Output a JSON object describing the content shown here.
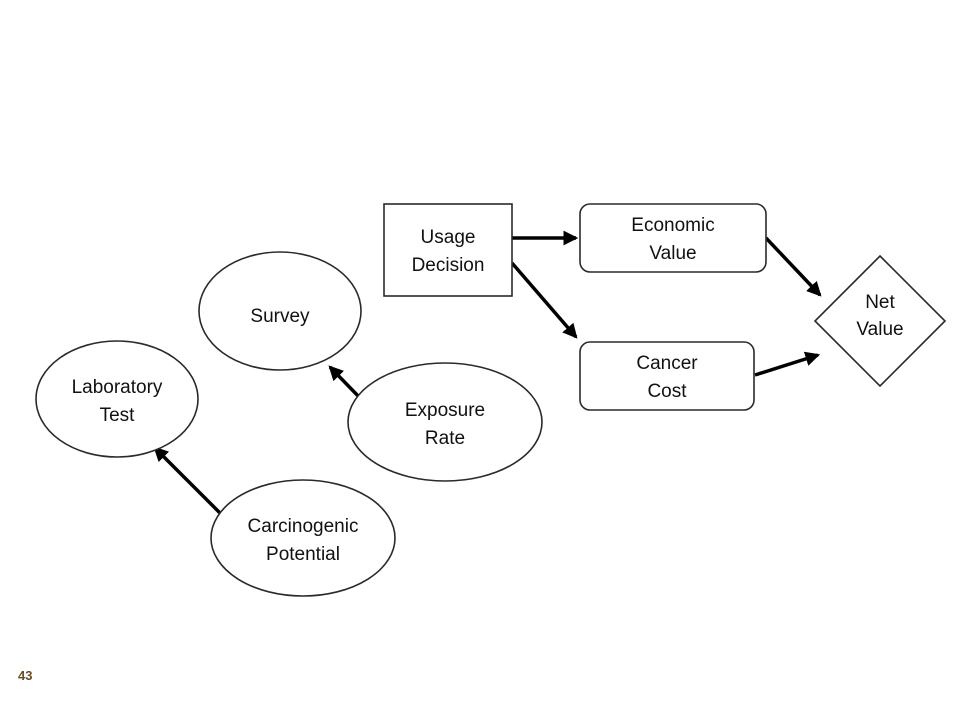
{
  "diagram": {
    "nodes": {
      "usage_decision": {
        "lines": [
          "Usage",
          "Decision"
        ],
        "shape": "rectangle"
      },
      "economic_value": {
        "lines": [
          "Economic",
          "Value"
        ],
        "shape": "rounded-rectangle"
      },
      "cancer_cost": {
        "lines": [
          "Cancer",
          "Cost"
        ],
        "shape": "rounded-rectangle"
      },
      "net_value": {
        "lines": [
          "Net",
          "Value"
        ],
        "shape": "diamond"
      },
      "survey": {
        "lines": [
          "Survey"
        ],
        "shape": "ellipse"
      },
      "exposure_rate": {
        "lines": [
          "Exposure",
          "Rate"
        ],
        "shape": "ellipse"
      },
      "laboratory_test": {
        "lines": [
          "Laboratory",
          "Test"
        ],
        "shape": "ellipse"
      },
      "carcinogenic_potential": {
        "lines": [
          "Carcinogenic",
          "Potential"
        ],
        "shape": "ellipse"
      }
    },
    "edges": [
      {
        "from": "usage_decision",
        "to": "economic_value"
      },
      {
        "from": "usage_decision",
        "to": "cancer_cost"
      },
      {
        "from": "economic_value",
        "to": "net_value"
      },
      {
        "from": "cancer_cost",
        "to": "net_value"
      },
      {
        "from": "exposure_rate",
        "to": "survey"
      },
      {
        "from": "carcinogenic_potential",
        "to": "laboratory_test"
      }
    ]
  },
  "footer": {
    "page_number": "43"
  }
}
